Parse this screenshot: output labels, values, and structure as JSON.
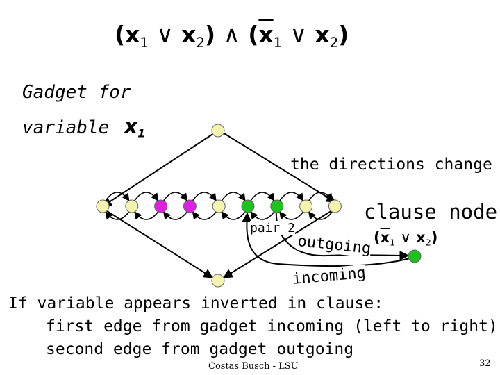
{
  "formula": {
    "var1": "x",
    "sub1": "1",
    "op_or": "∨",
    "var2": "x",
    "sub2": "2",
    "op_and": "∧",
    "var3": "x",
    "sub3": "1",
    "var4": "x",
    "sub4": "2"
  },
  "gadget_label": {
    "line1": "Gadget for",
    "line2": "variable",
    "var": "x",
    "sub": "1"
  },
  "annotations": {
    "directions": "the directions change",
    "clause_node": "clause node",
    "pair": "pair 2",
    "outgoing": "outgoing",
    "incoming": "incoming"
  },
  "clause_formula": {
    "var1": "x",
    "sub1": "1",
    "op_or": "∨",
    "var2": "x",
    "sub2": "2"
  },
  "explanation": {
    "line1": "If variable appears inverted in clause:",
    "line2": "first edge from gadget incoming (left to right)",
    "line3": "second edge from gadget outgoing"
  },
  "footer": {
    "author": "Costas Busch - LSU",
    "page": "32"
  },
  "colors": {
    "yellow_node": "#f4f4b0",
    "magenta_node": "#e020e0",
    "green_node": "#20c020"
  },
  "chain_node_colors": [
    "yellow",
    "yellow",
    "magenta",
    "magenta",
    "yellow",
    "green",
    "green",
    "yellow",
    "yellow"
  ]
}
